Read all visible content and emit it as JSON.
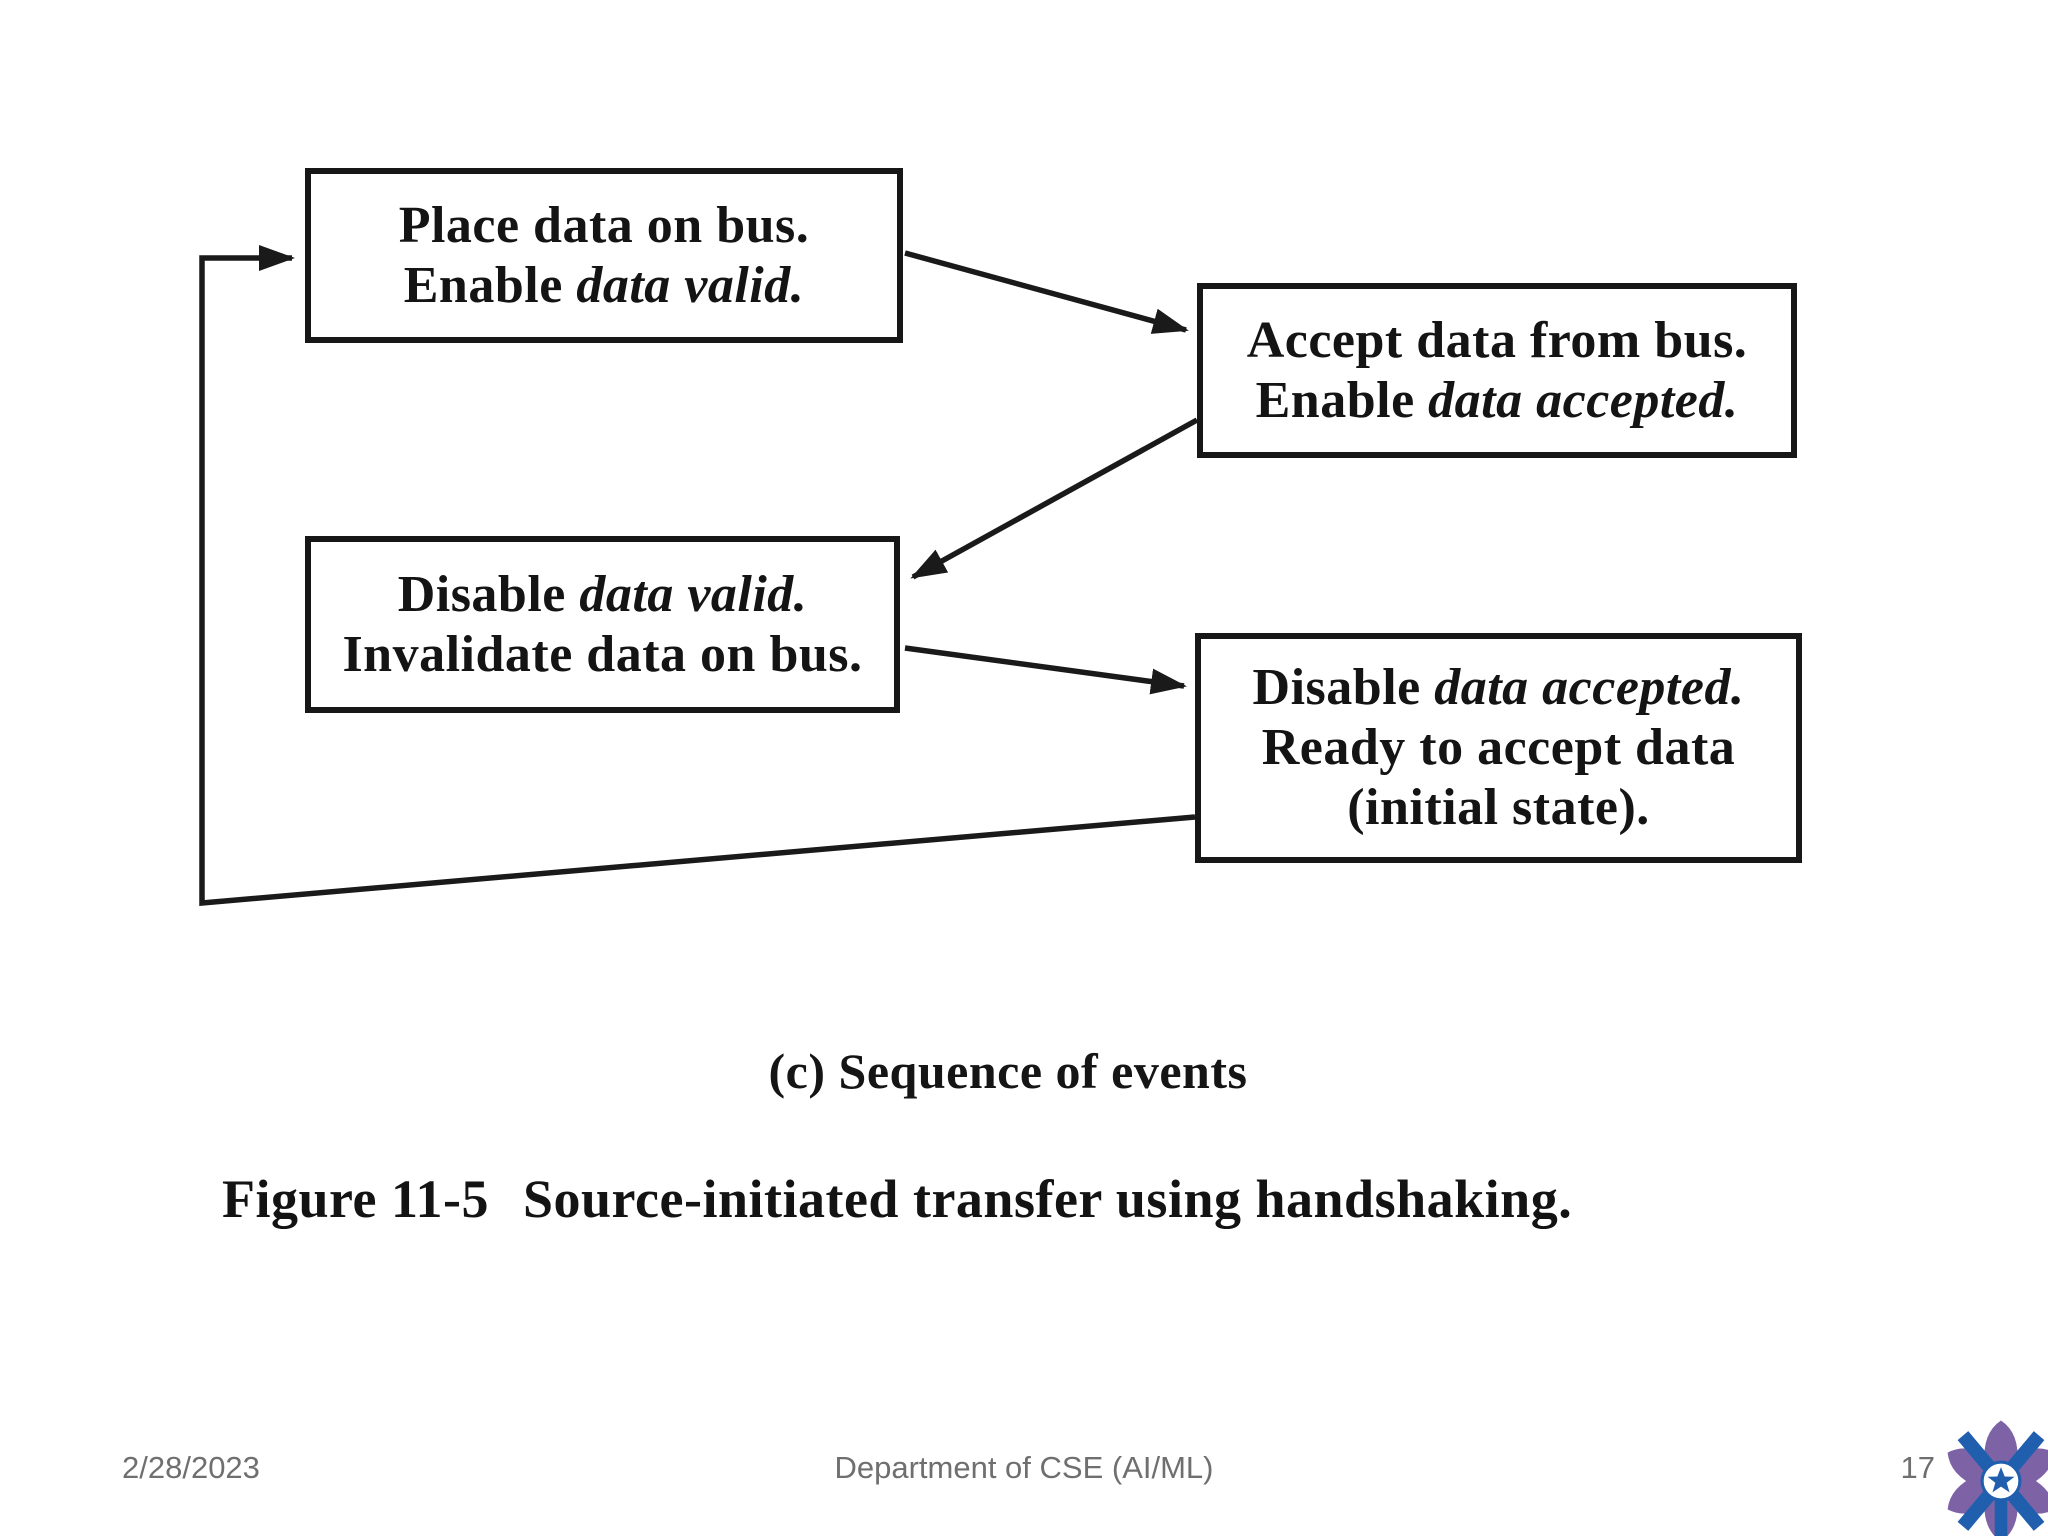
{
  "diagram": {
    "boxes": [
      {
        "name": "place-data-on-bus",
        "lines": [
          {
            "segs": [
              {
                "t": "Place data on bus."
              }
            ]
          },
          {
            "segs": [
              {
                "t": "Enable "
              },
              {
                "t": "data valid.",
                "italic": true
              }
            ]
          }
        ]
      },
      {
        "name": "accept-data-from-bus",
        "lines": [
          {
            "segs": [
              {
                "t": "Accept data from bus."
              }
            ]
          },
          {
            "segs": [
              {
                "t": "Enable "
              },
              {
                "t": "data accepted.",
                "italic": true
              }
            ]
          }
        ]
      },
      {
        "name": "disable-data-valid",
        "lines": [
          {
            "segs": [
              {
                "t": "Disable "
              },
              {
                "t": "data valid.",
                "italic": true
              }
            ]
          },
          {
            "segs": [
              {
                "t": "Invalidate data on bus."
              }
            ]
          }
        ]
      },
      {
        "name": "disable-data-accepted",
        "lines": [
          {
            "segs": [
              {
                "t": "Disable "
              },
              {
                "t": "data accepted.",
                "italic": true
              }
            ]
          },
          {
            "segs": [
              {
                "t": "Ready to accept data"
              }
            ]
          },
          {
            "segs": [
              {
                "t": "(initial state)."
              }
            ]
          }
        ]
      }
    ],
    "subcaption": "(c) Sequence of events",
    "figure_label": "Figure 11-5",
    "figure_title": "Source-initiated transfer using handshaking.",
    "ink_color": "#1a1a1a"
  },
  "footer": {
    "date": "2/28/2023",
    "department": "Department of CSE (AI/ML)",
    "page": "17",
    "text_color": "#6f6f6f"
  },
  "logo": {
    "name": "institution-emblem",
    "purple": "#7d63a6",
    "blue": "#1f5fae"
  }
}
